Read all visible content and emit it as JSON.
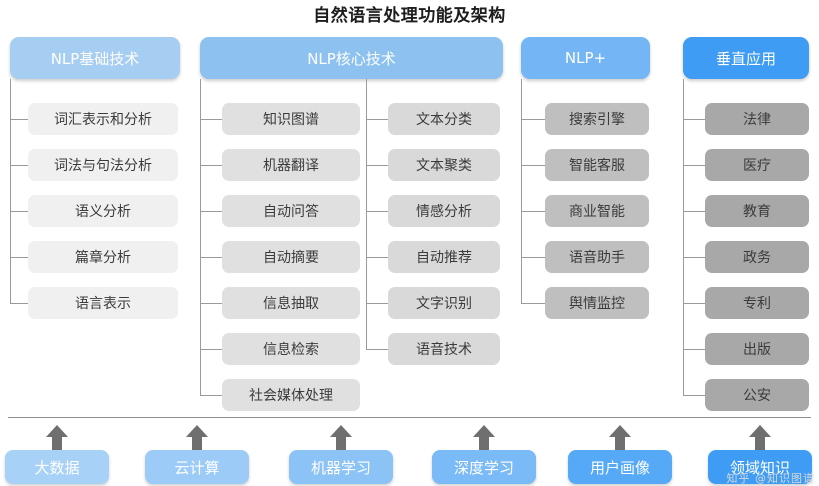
{
  "page": {
    "title": "自然语言处理功能及架构",
    "watermark": "知乎 @知识图谱"
  },
  "colors": {
    "header_1": "#a6cdf2",
    "header_2": "#8cc1f0",
    "header_3": "#74b6f5",
    "header_4": "#3f9cf5",
    "item_col1": "#f0f0f0",
    "item_col2": "#e0e0e0",
    "item_col3": "#d9d9d9",
    "item_col4": "#bfbfbf",
    "item_col5": "#a8a8a8",
    "connector": "#9a9a9a",
    "arrow": "#6f6f6f",
    "title_text": "#1d1d1d"
  },
  "columns": [
    {
      "id": "nlp-basic",
      "header": "NLP基础技术",
      "header_color": "#a6cdf2",
      "item_color": "#f0f0f0",
      "items": [
        "词汇表示和分析",
        "词法与句法分析",
        "语义分析",
        "篇章分析",
        "语言表示"
      ]
    },
    {
      "id": "nlp-core",
      "header": "NLP核心技术",
      "header_color": "#8cc1f0",
      "groups": [
        {
          "id": "nlp-core-left",
          "item_color": "#e0e0e0",
          "items": [
            "知识图谱",
            "机器翻译",
            "自动问答",
            "自动摘要",
            "信息抽取",
            "信息检索",
            "社会媒体处理"
          ]
        },
        {
          "id": "nlp-core-right",
          "item_color": "#d9d9d9",
          "items": [
            "文本分类",
            "文本聚类",
            "情感分析",
            "自动推荐",
            "文字识别",
            "语音技术"
          ]
        }
      ]
    },
    {
      "id": "nlp-plus",
      "header": "NLP+",
      "header_color": "#74b6f5",
      "item_color": "#bfbfbf",
      "items": [
        "搜索引擎",
        "智能客服",
        "商业智能",
        "语音助手",
        "舆情监控"
      ]
    },
    {
      "id": "vertical-apps",
      "header": "垂直应用",
      "header_color": "#3f9cf5",
      "item_color": "#a8a8a8",
      "items": [
        "法律",
        "医疗",
        "教育",
        "政务",
        "专利",
        "出版",
        "公安"
      ]
    }
  ],
  "foundations": [
    {
      "label": "大数据",
      "color": "#a8d1f7"
    },
    {
      "label": "云计算",
      "color": "#9ccbf7"
    },
    {
      "label": "机器学习",
      "color": "#8cc3f6"
    },
    {
      "label": "深度学习",
      "color": "#7abaf6"
    },
    {
      "label": "用户画像",
      "color": "#55a9f6"
    },
    {
      "label": "领域知识",
      "color": "#3f9cf5"
    }
  ]
}
